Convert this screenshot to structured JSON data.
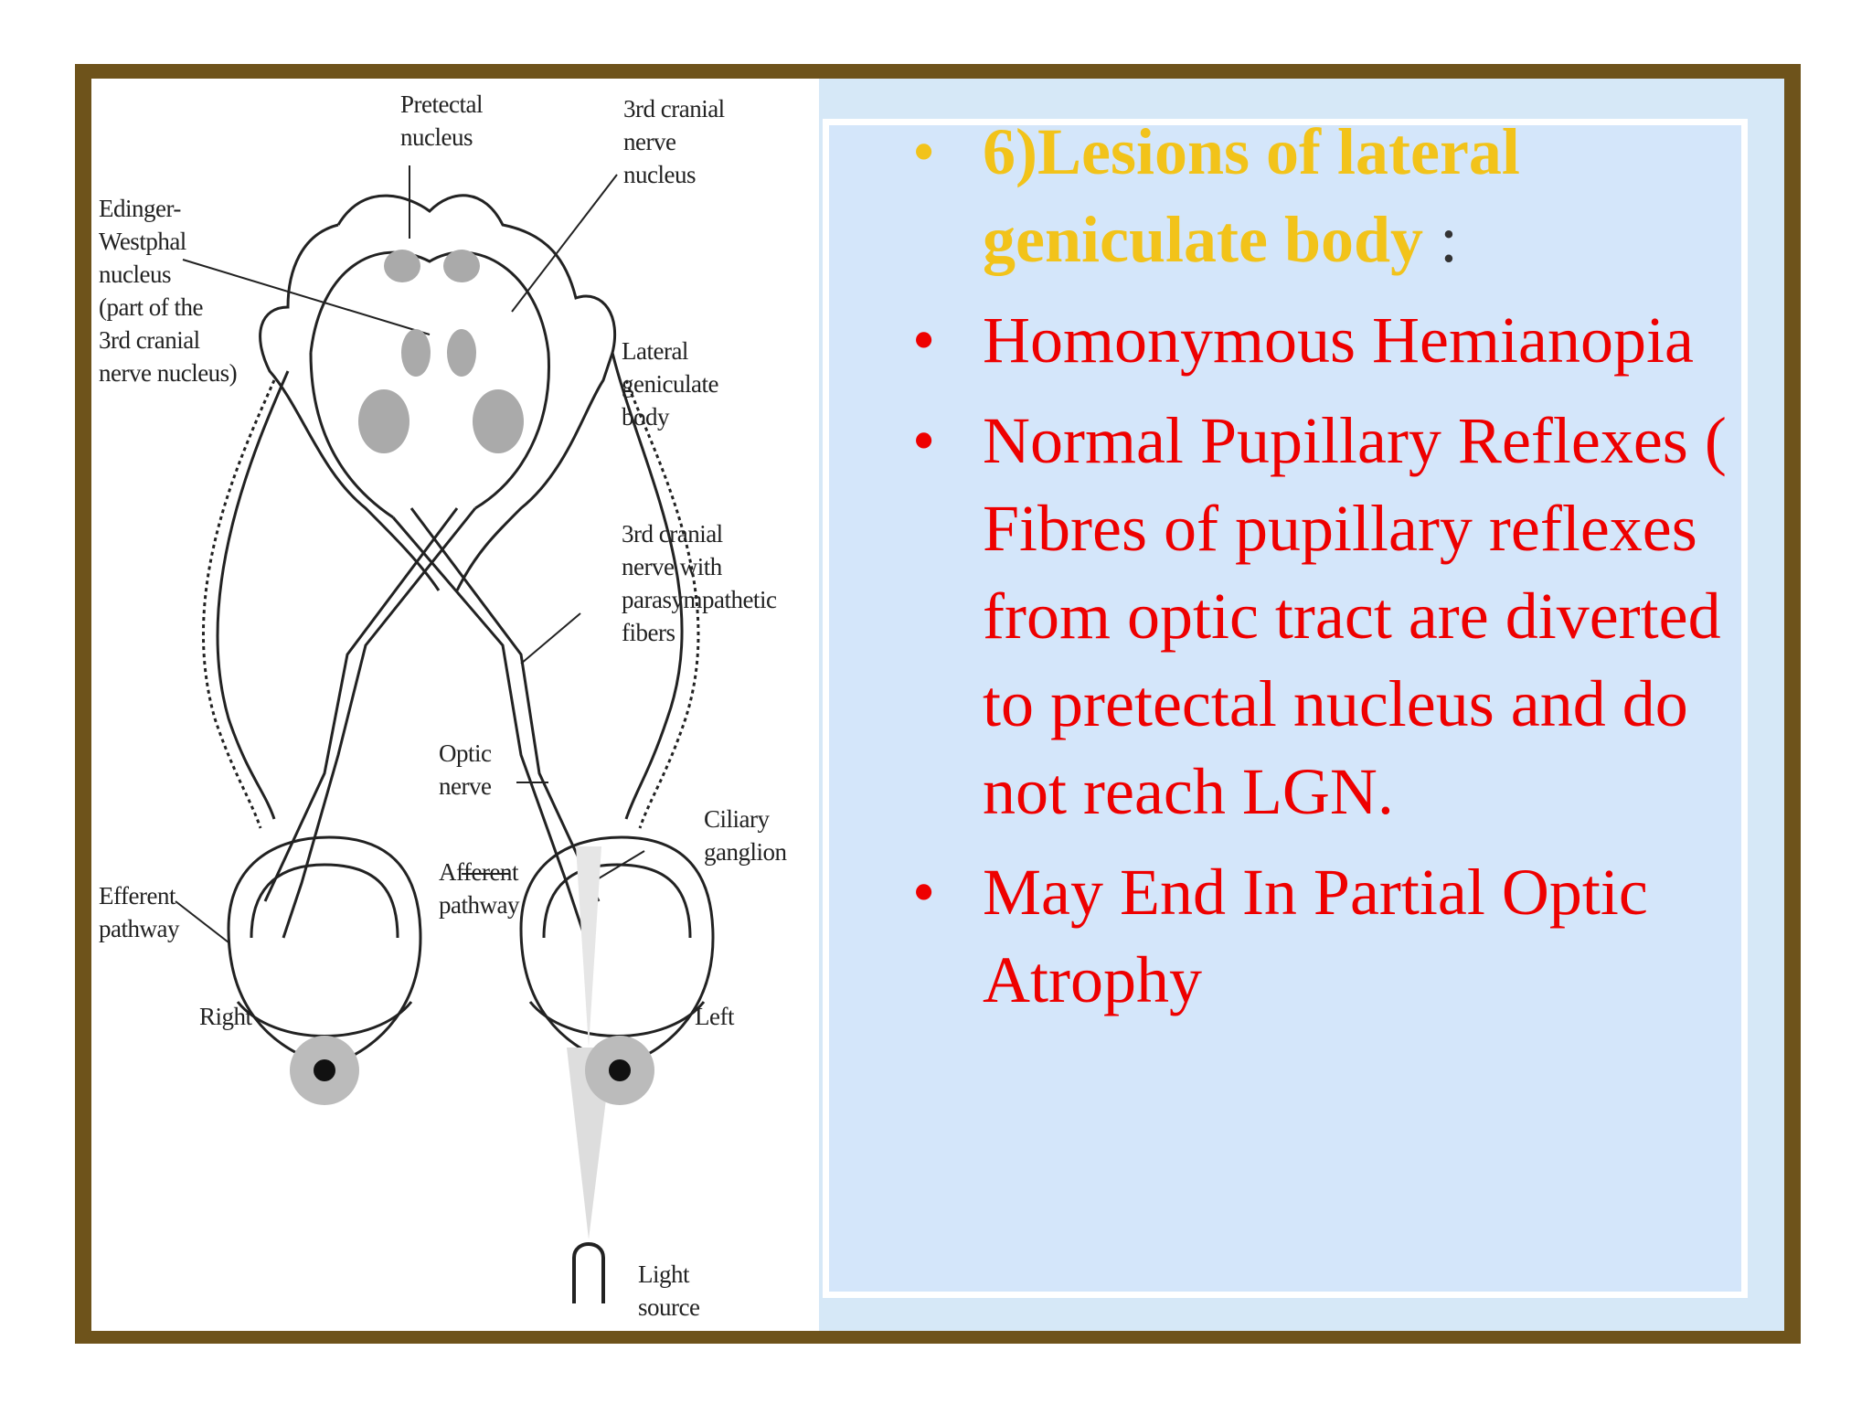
{
  "slide": {
    "colors": {
      "frame": "#6e531b",
      "background": "#d6e8f7",
      "heading": "#f2c31a",
      "body": "#ee0000"
    }
  },
  "diagram": {
    "labels": {
      "pretectal": "Pretectal\nnucleus",
      "third_nucleus": "3rd cranial\nnerve\nnucleus",
      "edinger": "Edinger-\nWestphal\nnucleus\n(part of the\n3rd cranial\nnerve nucleus)",
      "lgb": "Lateral\ngeniculate\nbody",
      "third_nerve": "3rd cranial\nnerve with\nparasympathetic\nfibers",
      "optic_nerve": "Optic\nnerve",
      "ciliary": "Ciliary\nganglion",
      "efferent": "Efferent\npathway",
      "afferent": "Afferent\npathway",
      "right": "Right",
      "left": "Left",
      "light": "Light\nsource"
    }
  },
  "content": {
    "heading": "6)Lesions of lateral geniculate body",
    "heading_suffix": " :",
    "bullet_char": "•",
    "items": [
      " Homonymous Hemianopia",
      "Normal  Pupillary Reflexes ( Fibres of pupillary reflexes from optic tract are diverted to pretectal nucleus and do not reach LGN.",
      "May End In Partial Optic Atrophy"
    ]
  }
}
